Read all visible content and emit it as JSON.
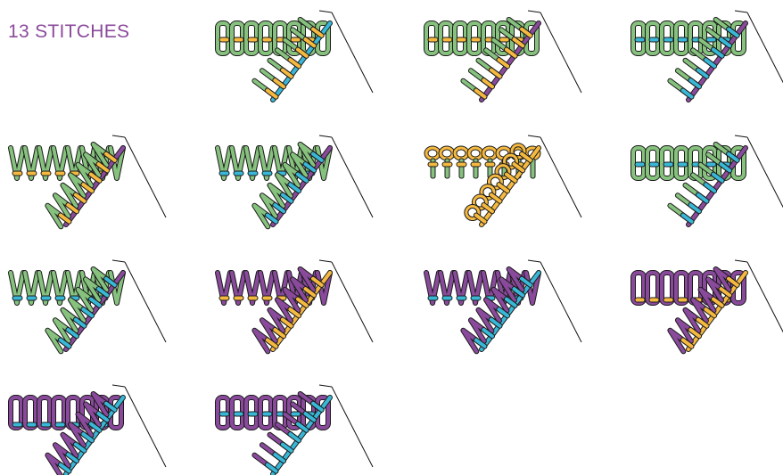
{
  "title": "13 STITCHES",
  "colors": {
    "green": "#86c27e",
    "purple": "#8a4a9c",
    "yellow": "#f5b940",
    "blue": "#39b7d6",
    "outline": "#1a1a1a",
    "thread": "#111111"
  },
  "stitches": [
    {
      "variant": "chain",
      "main": "green",
      "accent": "yellow",
      "bar": "blue"
    },
    {
      "variant": "straight",
      "main": "green",
      "accent": "yellow",
      "bar": "purple"
    },
    {
      "variant": "straight",
      "main": "green",
      "accent": "blue",
      "bar": "purple"
    },
    {
      "variant": "zigzag",
      "main": "green",
      "accent": "yellow",
      "bar": "purple"
    },
    {
      "variant": "zigzag",
      "main": "green",
      "accent": "blue",
      "bar": "purple"
    },
    {
      "variant": "loop",
      "main": "green",
      "accent": "yellow",
      "bar": "yellow"
    },
    {
      "variant": "straight",
      "main": "green",
      "accent": "blue",
      "bar": "purple"
    },
    {
      "variant": "zigzag",
      "main": "green",
      "accent": "blue",
      "bar": "purple"
    },
    {
      "variant": "zigzag",
      "main": "purple",
      "accent": "yellow",
      "bar": "yellow"
    },
    {
      "variant": "zigzag",
      "main": "purple",
      "accent": "blue",
      "bar": "blue"
    },
    {
      "variant": "bracket",
      "main": "purple",
      "accent": "yellow",
      "bar": "yellow"
    },
    {
      "variant": "bracket",
      "main": "purple",
      "accent": "blue",
      "bar": "blue"
    },
    {
      "variant": "straight",
      "main": "purple",
      "accent": "blue",
      "bar": "blue"
    }
  ]
}
